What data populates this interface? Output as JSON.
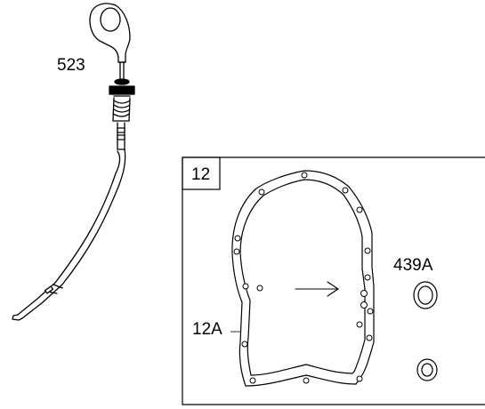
{
  "labels": {
    "dipstick": "523",
    "kit": "12",
    "gasket": "12A",
    "seal": "439A"
  },
  "colors": {
    "line": "#000000",
    "background": "#ffffff"
  }
}
